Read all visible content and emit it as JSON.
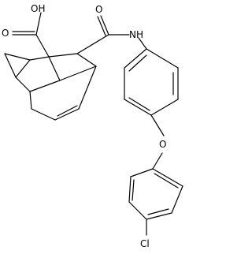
{
  "molecule": {
    "atom_labels": {
      "hydroxyl": "OH",
      "amide_nitrogen": "NH",
      "acid_carbonyl_oxygen": "O",
      "amide_carbonyl_oxygen": "O",
      "ether_oxygen": "O",
      "chlorine": "Cl"
    }
  },
  "colors": {
    "bond": "#000000",
    "label": "#000000",
    "background": "#ffffff"
  }
}
